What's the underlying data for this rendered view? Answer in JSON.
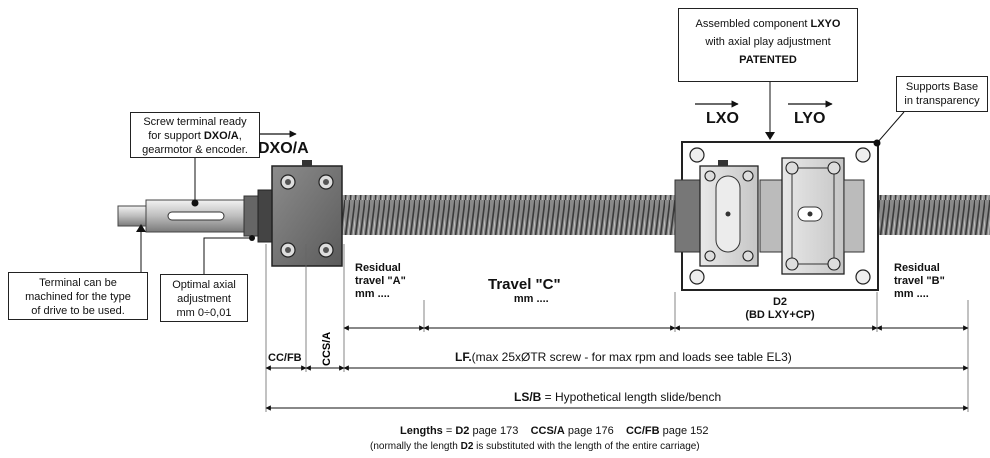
{
  "callouts": {
    "screw_terminal": {
      "line1": "Screw terminal ready",
      "line2a": "for support ",
      "line2b": "DXO/A",
      "line2c": ",",
      "line3": "gearmotor & encoder."
    },
    "terminal_machined": {
      "line1": "Terminal can be",
      "line2": "machined for the type",
      "line3": "of drive to be used."
    },
    "optimal_axial": {
      "line1": "Optimal axial",
      "line2": "adjustment",
      "line3": "mm 0÷0,01"
    },
    "assembled": {
      "line1a": "Assembled component ",
      "line1b": "LXYO",
      "line2": "with axial  play adjustment",
      "line3": "PATENTED"
    },
    "supports_base": {
      "line1": "Supports Base",
      "line2": "in transparency"
    }
  },
  "labels": {
    "dxoa": "DXO/A",
    "lxo": "LXO",
    "lyo": "LYO",
    "residual_a_1": "Residual",
    "residual_a_2": "travel \"A\"",
    "residual_a_3": "mm ....",
    "travel_c_1": "Travel \"C\"",
    "travel_c_2": "mm ....",
    "d2_1": "D2",
    "d2_2": "(BD LXY+CP)",
    "residual_b_1": "Residual",
    "residual_b_2": "travel \"B\"",
    "residual_b_3": "mm ....",
    "ccfb": "CC/FB",
    "ccsa": "CCS/A",
    "lf_bold": "LF.",
    "lf_rest": "(max 25xØTR screw - for max rpm and loads see table EL3)",
    "lsb_bold": "LS/B",
    "lsb_rest": " = Hypothetical length slide/bench"
  },
  "footer": {
    "lengths_bold": "Lengths",
    "eq": " = ",
    "d2": "D2",
    "d2_page": " page 173",
    "ccsa": "CCS/A",
    "ccsa_page": " page 176",
    "ccfb": "CC/FB",
    "ccfb_page": " page 152",
    "note_a": "(normally the length ",
    "note_b": "D2",
    "note_c": " is substituted with the length of the entire carriage)"
  }
}
